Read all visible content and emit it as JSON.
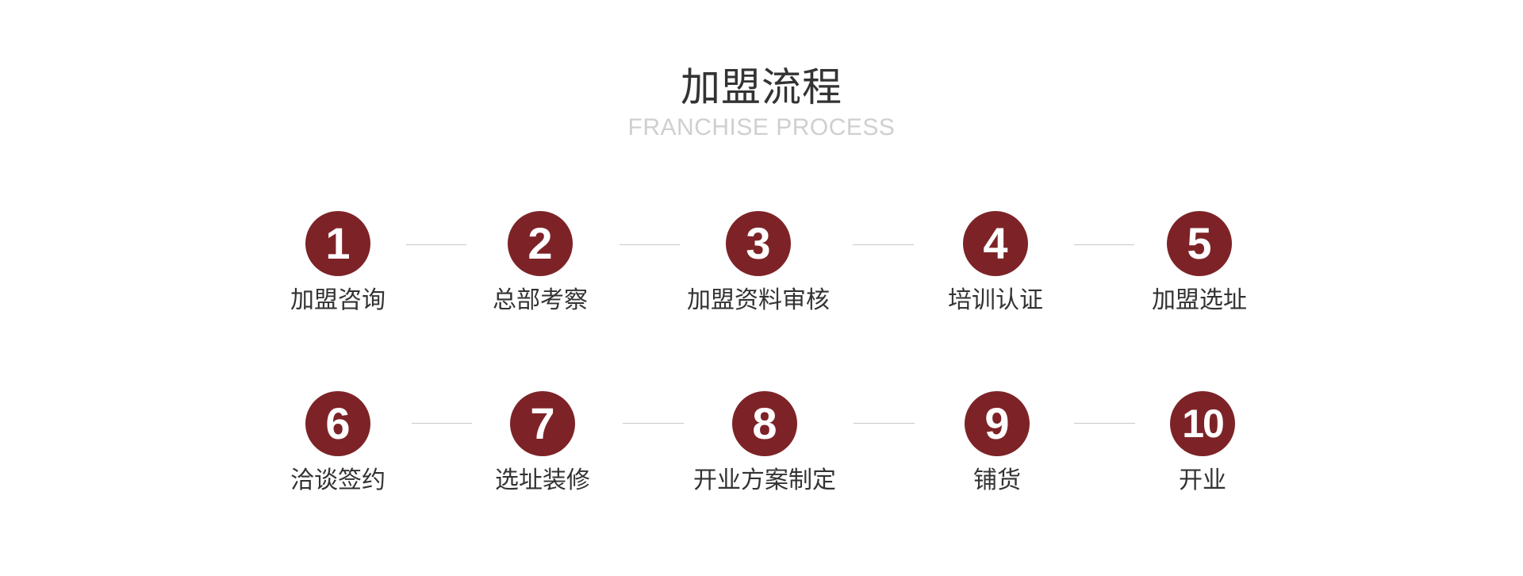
{
  "header": {
    "title": "加盟流程",
    "subtitle": "FRANCHISE PROCESS"
  },
  "steps": [
    {
      "number": "1",
      "label": "加盟咨询"
    },
    {
      "number": "2",
      "label": "总部考察"
    },
    {
      "number": "3",
      "label": "加盟资料审核"
    },
    {
      "number": "4",
      "label": "培训认证"
    },
    {
      "number": "5",
      "label": "加盟选址"
    },
    {
      "number": "6",
      "label": "洽谈签约"
    },
    {
      "number": "7",
      "label": "选址装修"
    },
    {
      "number": "8",
      "label": "开业方案制定"
    },
    {
      "number": "9",
      "label": "铺货"
    },
    {
      "number": "10",
      "label": "开业"
    }
  ],
  "colors": {
    "accent": "#7d2327",
    "title": "#333333",
    "subtitle": "#cfcfcf",
    "connector": "#c8c8c8"
  }
}
